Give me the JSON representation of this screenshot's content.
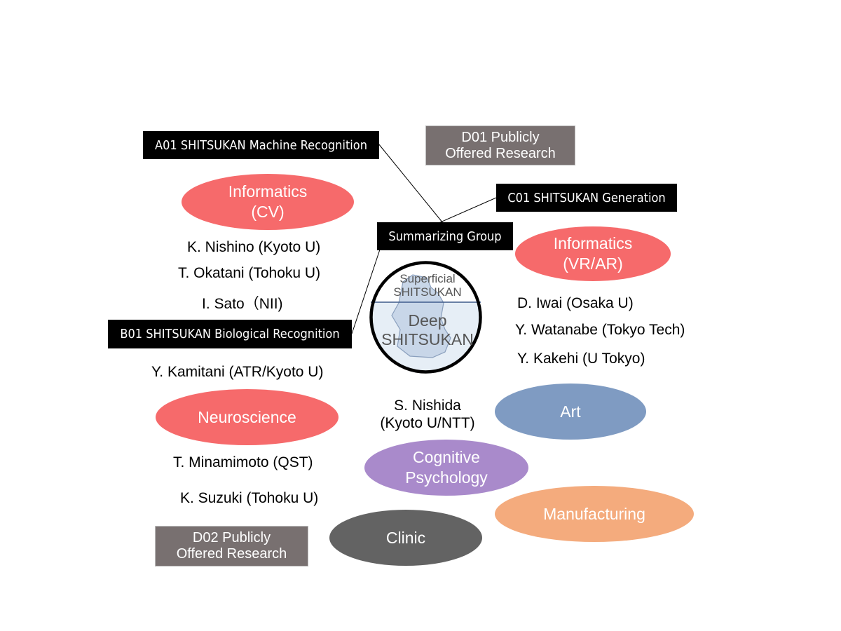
{
  "groups": {
    "a01": "A01 SHITSUKAN Machine Recognition",
    "b01": "B01 SHITSUKAN Biological Recognition",
    "c01": "C01 SHITSUKAN Generation",
    "summary": "Summarizing Group"
  },
  "publicly_offered": {
    "d01": [
      "D01 Publicly",
      "Offered Research"
    ],
    "d02": [
      "D02 Publicly",
      "Offered Research"
    ]
  },
  "fields": {
    "informatics_cv": [
      "Informatics",
      "(CV)"
    ],
    "informatics_vrar": [
      "Informatics",
      "(VR/AR)"
    ],
    "neuroscience": "Neuroscience",
    "art": "Art",
    "cognitive_psychology": [
      "Cognitive",
      "Psychology"
    ],
    "manufacturing": "Manufacturing",
    "clinic": "Clinic"
  },
  "researchers": {
    "cv": [
      "K. Nishino (Kyoto U)",
      "T. Okatani (Tohoku U)",
      "I. Sato（NII)"
    ],
    "vrar": [
      "D. Iwai (Osaka U)",
      "Y. Watanabe (Tokyo Tech)",
      "Y. Kakehi (U Tokyo)"
    ],
    "neuro_top": "Y. Kamitani (ATR/Kyoto U)",
    "neuro_bottom": [
      "T. Minamimoto (QST)",
      "K. Suzuki (Tohoku U)"
    ],
    "center": [
      "S. Nishida",
      "(Kyoto U/NTT)"
    ]
  },
  "core": {
    "superficial": [
      "Superficial",
      "SHITSUKAN"
    ],
    "deep": [
      "Deep",
      "SHITSUKAN"
    ]
  },
  "colors": {
    "group_box": "#000000",
    "public_box": "#787070",
    "informatics": "#f66a6b",
    "neuroscience": "#f66a6b",
    "art": "#7f9bc2",
    "cognitive_psychology": "#a98acb",
    "manufacturing": "#f4ab7d",
    "clinic": "#636363"
  }
}
